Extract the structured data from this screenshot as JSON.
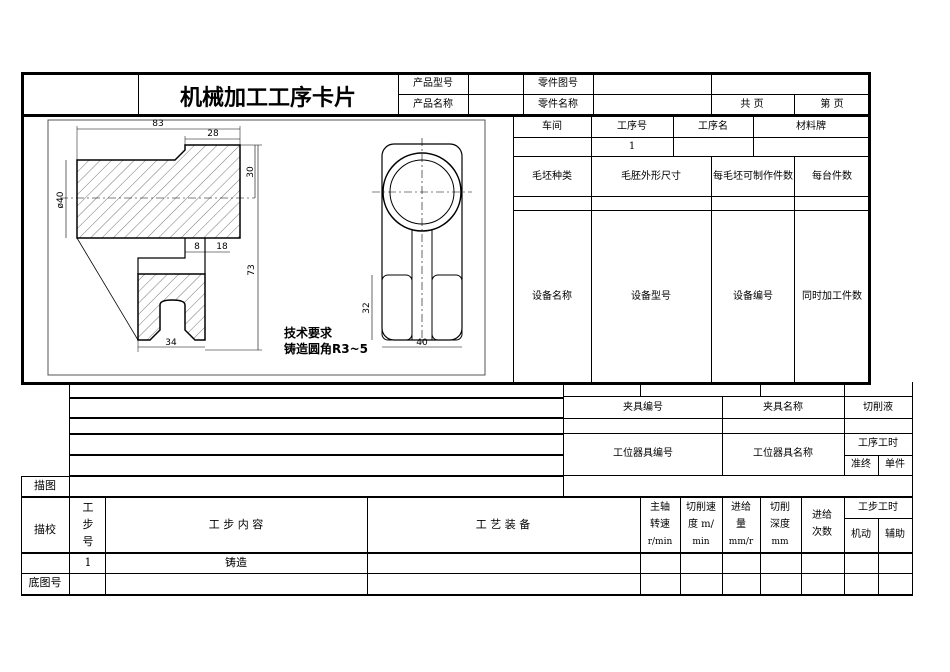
{
  "header": {
    "title": "机械加工工序卡片",
    "product_model_label": "产品型号",
    "product_name_label": "产品名称",
    "part_drawing_no_label": "零件图号",
    "part_name_label": "零件名称",
    "total_pages_label": "共 页",
    "page_no_label": "第 页"
  },
  "process_info": {
    "workshop_label": "车间",
    "process_no_label": "工序号",
    "process_name_label": "工序名",
    "material_label": "材料牌",
    "process_no_value": "1",
    "blank_type_label": "毛坯种类",
    "blank_size_label": "毛胚外形尺寸",
    "parts_per_blank_label": "每毛坯可制作件数",
    "parts_per_machine_label": "每台件数",
    "equipment_name_label": "设备名称",
    "equipment_model_label": "设备型号",
    "equipment_no_label": "设备编号",
    "simultaneous_parts_label": "同时加工件数"
  },
  "fixture_info": {
    "fixture_no_label": "夹具编号",
    "fixture_name_label": "夹具名称",
    "coolant_label": "切削液",
    "station_tool_no_label": "工位器具编号",
    "station_tool_name_label": "工位器具名称",
    "process_hours_label": "工序工时",
    "prep_end_label": "准终",
    "unit_label": "单件"
  },
  "side_labels": {
    "drawing_label": "描图",
    "check_label": "描校",
    "base_drawing_no_label": "底图号"
  },
  "steps_table": {
    "step_no_header_1": "工",
    "step_no_header_2": "步",
    "step_no_header_3": "号",
    "step_content_header": "工 步 内 容",
    "equipment_header": "工 艺 装 备",
    "spindle_header_1": "主轴",
    "spindle_header_2": "转速",
    "spindle_header_3": "r/min",
    "cutting_speed_header_1": "切削速",
    "cutting_speed_header_2": "度 m/",
    "cutting_speed_header_3": "min",
    "feed_header_1": "进给",
    "feed_header_2": "量",
    "feed_header_3": "mm/r",
    "depth_header_1": "切削",
    "depth_header_2": "深度",
    "depth_header_3": "mm",
    "feed_count_header_1": "进给",
    "feed_count_header_2": "次数",
    "step_hours_header": "工步工时",
    "machine_time_header": "机动",
    "aux_time_header": "辅助",
    "rows": [
      {
        "no": "1",
        "content": "铸造"
      }
    ]
  },
  "drawing": {
    "dims": {
      "d83": "83",
      "d28": "28",
      "d30": "30",
      "phi40": "ø40",
      "d8": "8",
      "d18": "18",
      "d73": "73",
      "d34": "34",
      "d32": "32",
      "d40": "40"
    },
    "note_title": "技术要求",
    "note_body": "铸造圆角R3~5"
  }
}
